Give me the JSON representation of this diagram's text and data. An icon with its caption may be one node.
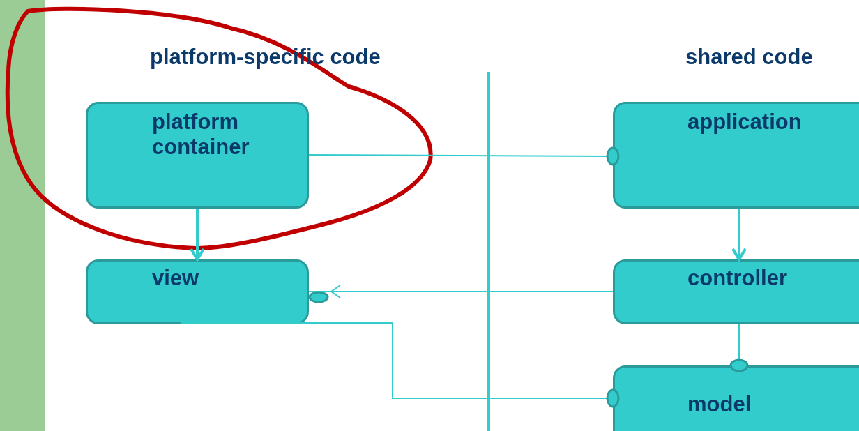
{
  "diagram": {
    "nodes": [
      {
        "text": [
          "platform container"
        ]
      },
      {
        "text": [
          "view"
        ]
      },
      {
        "text": [
          "application"
        ]
      },
      {
        "text": [
          "controller"
        ]
      },
      {
        "text": [
          "model"
        ]
      }
    ],
    "edges": [
      {
        "from": 0,
        "to": 2,
        "arrow": "other"
      },
      {
        "from": 0,
        "to": 1,
        "arrow": "to",
        "style": "thick"
      },
      {
        "from": 2,
        "to": 3,
        "arrow": "to",
        "style": "thick"
      },
      {
        "from": 3,
        "to": 1,
        "arrow": "to"
      },
      {
        "from": 3,
        "to": 4,
        "arrow": "other"
      },
      {
        "from": 1,
        "to": 4,
        "arrow": "other"
      }
    ],
    "labels": [
      "platform-specific code",
      "shared code"
    ]
  }
}
